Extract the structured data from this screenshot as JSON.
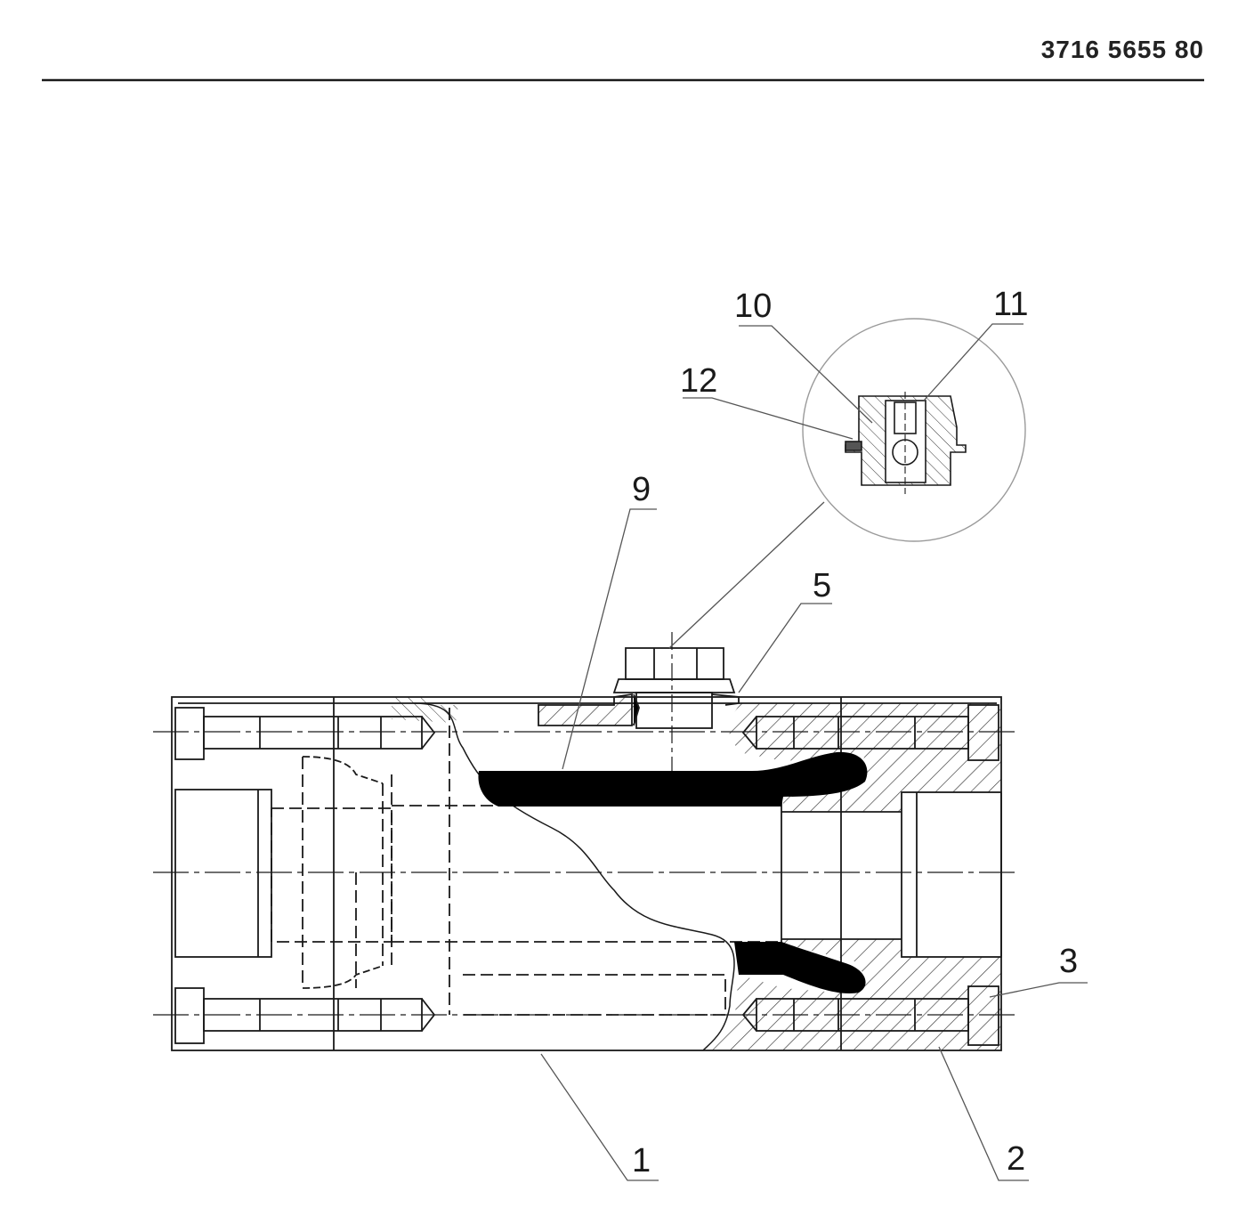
{
  "header": {
    "doc_number": "3716 5655 80"
  },
  "callouts": [
    {
      "label": "10",
      "target": "hex-socket-plug"
    },
    {
      "label": "11",
      "target": "plug-bore-insert"
    },
    {
      "label": "12",
      "target": "plug-seal-washer"
    },
    {
      "label": "9",
      "target": "bonded-rubber-liner"
    },
    {
      "label": "5",
      "target": "plug-flange-seal"
    },
    {
      "label": "3",
      "target": "hex-socket-bolt"
    },
    {
      "label": "1",
      "target": "body-casting"
    },
    {
      "label": "2",
      "target": "end-housing"
    }
  ],
  "colors": {
    "line": "#1a1a1a",
    "leader": "#555555",
    "fill": "#000000",
    "detail_circle": "#9a9a9a"
  }
}
